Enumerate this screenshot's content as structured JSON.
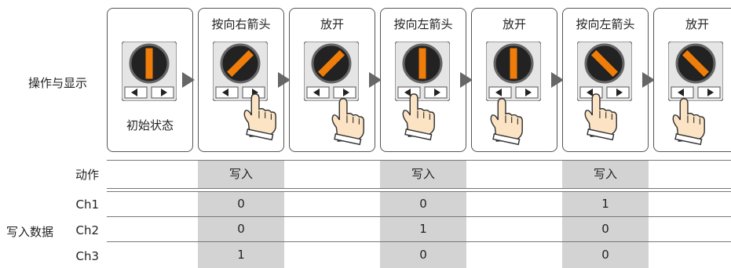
{
  "row_labels": {
    "operation": "操作与显示",
    "action": "动作",
    "write_data": "写入数据",
    "ch1": "Ch1",
    "ch2": "Ch2",
    "ch3": "Ch3"
  },
  "panels": [
    {
      "title": "",
      "label": "初始状态"
    },
    {
      "title": "按向右箭头",
      "label": ""
    },
    {
      "title": "放开",
      "label": ""
    },
    {
      "title": "按向左箭头",
      "label": ""
    },
    {
      "title": "放开",
      "label": ""
    },
    {
      "title": "按向左箭头",
      "label": ""
    },
    {
      "title": "放开",
      "label": ""
    }
  ],
  "columns": [
    {
      "action": "写入",
      "ch1": "0",
      "ch2": "0",
      "ch3": "1"
    },
    {
      "action": "写入",
      "ch1": "0",
      "ch2": "1",
      "ch3": "0"
    },
    {
      "action": "写入",
      "ch1": "1",
      "ch2": "0",
      "ch3": "0"
    }
  ],
  "colors": {
    "knob_orange": "#f07d0a",
    "bar_gray": "#d3d3d3"
  }
}
